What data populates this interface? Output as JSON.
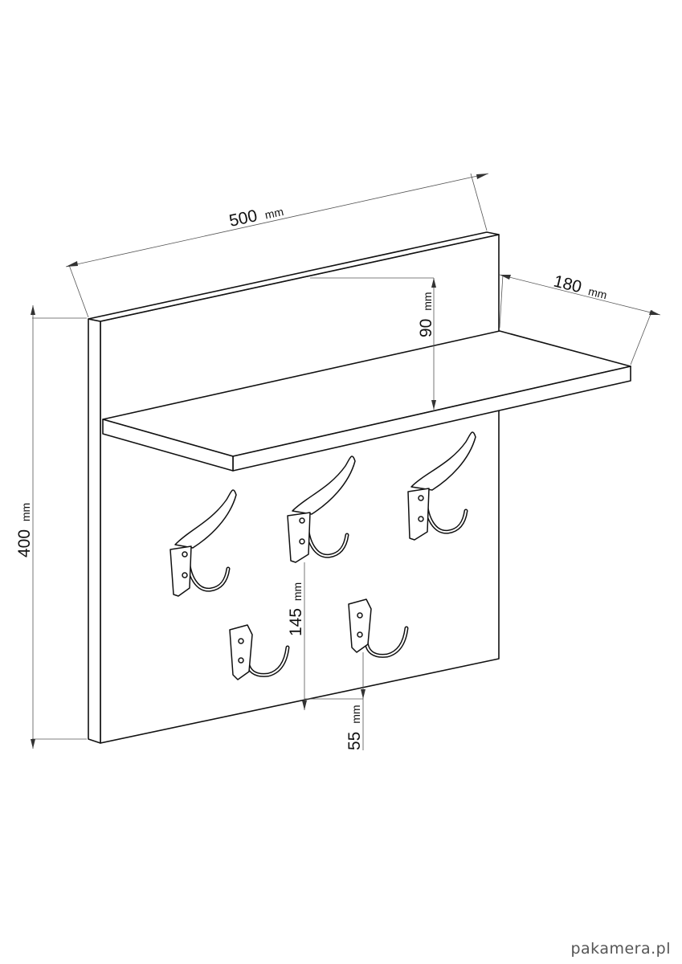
{
  "dimensions": {
    "width": {
      "value": "500",
      "unit": "mm"
    },
    "depth": {
      "value": "180",
      "unit": "mm"
    },
    "shelf_height": {
      "value": "90",
      "unit": "mm"
    },
    "height": {
      "value": "400",
      "unit": "mm"
    },
    "hook_spacing_vertical": {
      "value": "145",
      "unit": "mm"
    },
    "hook_bottom_offset": {
      "value": "55",
      "unit": "mm"
    }
  },
  "watermark": "pakamera.pl",
  "colors": {
    "line": "#111111",
    "background": "#ffffff",
    "dimension_line": "#555555"
  }
}
